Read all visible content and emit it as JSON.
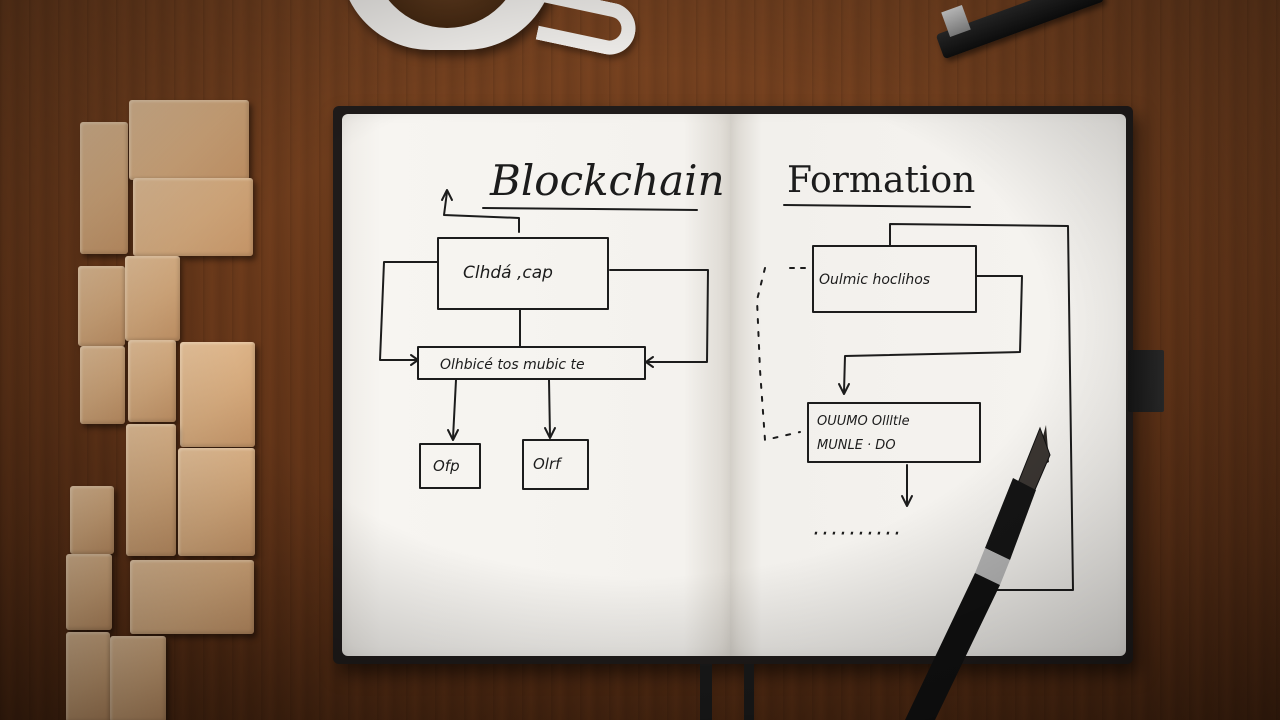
{
  "notebook": {
    "left_page": {
      "title": "Blockchain",
      "top_box": "Clhdá ,cap",
      "mid_box": "Olhbicé tos mubic te",
      "bottom_left_box": "Ofp",
      "bottom_right_box": "Olrf"
    },
    "right_page": {
      "title": "Formation",
      "top_box": "Oulmic hoclihos",
      "lower_box_line1": "OUUMO Ollltle",
      "lower_box_line2": "MUNLE · DO",
      "scribble": "··········"
    }
  },
  "colors": {
    "table_wood": "#6b3a1b",
    "page_paper": "#f6f4f0",
    "ink": "#1c1c1c",
    "blocks": "#dcb184"
  }
}
